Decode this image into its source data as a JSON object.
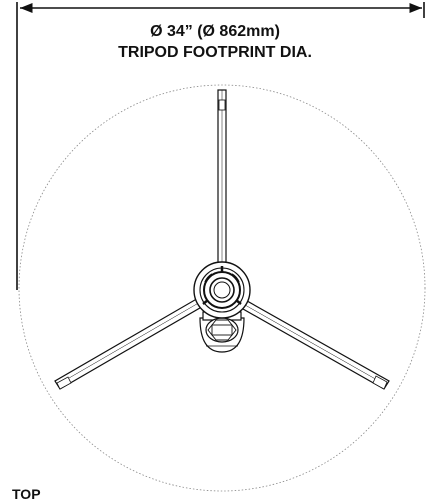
{
  "dimension": {
    "line1": "Ø 34” (Ø 862mm)",
    "line2": "TRIPOD FOOTPRINT DIA."
  },
  "view_label": "TOP",
  "colors": {
    "line": "#111111",
    "circle": "#888888",
    "background": "#ffffff"
  }
}
